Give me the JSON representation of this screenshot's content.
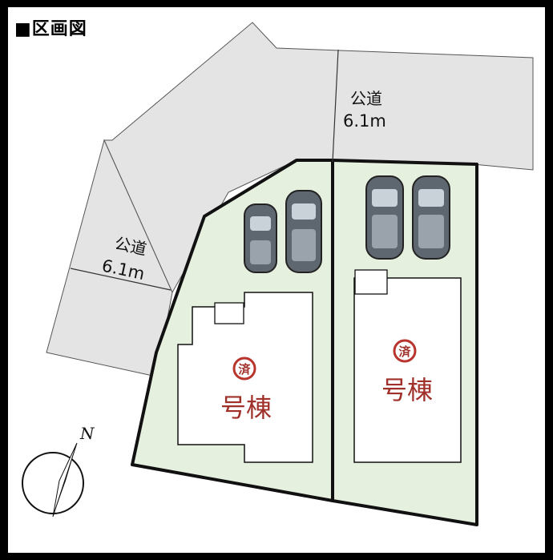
{
  "title": "■区画図",
  "roads": [
    {
      "name": "公道",
      "width": "6.1m"
    },
    {
      "name": "公道",
      "width": "6.1m"
    }
  ],
  "lots": [
    {
      "mark": "済",
      "label": "号棟"
    },
    {
      "mark": "済",
      "label": "号棟"
    }
  ],
  "compass": {
    "label": "N"
  },
  "colors": {
    "road": "#e4e4e4",
    "lot": "#e6f0df",
    "house": "#ffffff",
    "badge": "#b8342c",
    "line": "#111111"
  }
}
